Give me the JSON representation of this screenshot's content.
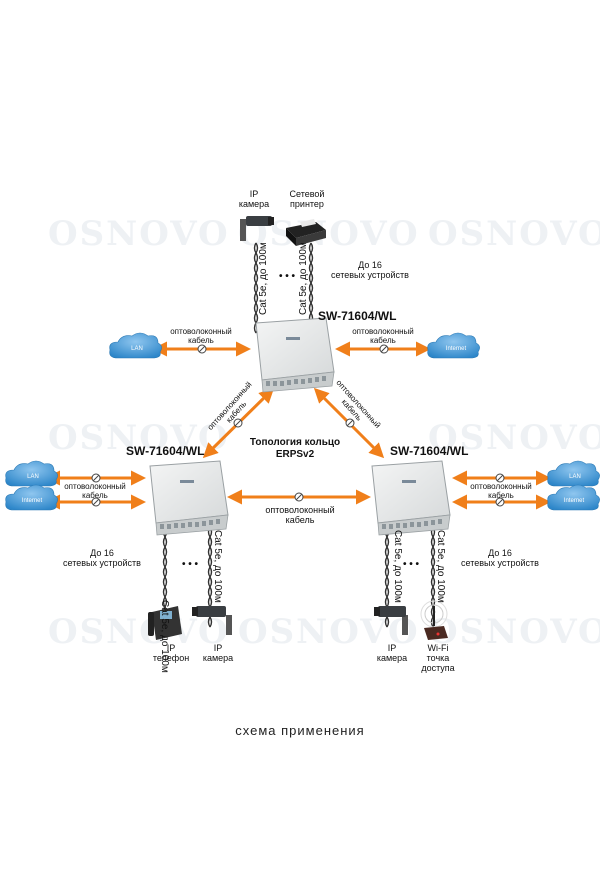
{
  "watermark": "OSNOVO",
  "switches": {
    "top": "SW-71604/WL",
    "left": "SW-71604/WL",
    "right": "SW-71604/WL"
  },
  "center_title": [
    "Топология кольцо",
    "ERPSv2"
  ],
  "fiber_label": [
    "оптоволоконный",
    "кабель"
  ],
  "cat_label": "Cat 5e, до 100м",
  "up_to_16": [
    "До 16",
    "сетевых устройств"
  ],
  "clouds": {
    "lan": "LAN",
    "internet": "Internet"
  },
  "devices": {
    "top_left": [
      "IP",
      "камера"
    ],
    "top_right": [
      "Сетевой",
      "принтер"
    ],
    "left_a": [
      "IP",
      "телефон"
    ],
    "left_b": [
      "IP",
      "камера"
    ],
    "right_a": [
      "IP",
      "камера"
    ],
    "right_b": [
      "Wi-Fi",
      "точка",
      "доступа"
    ]
  },
  "ellipsis": "• • •",
  "caption": "схема применения",
  "colors": {
    "arrow": "#f07f1a",
    "cloud": "#3d9ad9",
    "switch_body": "#e8eaea",
    "cable": "#333333"
  }
}
